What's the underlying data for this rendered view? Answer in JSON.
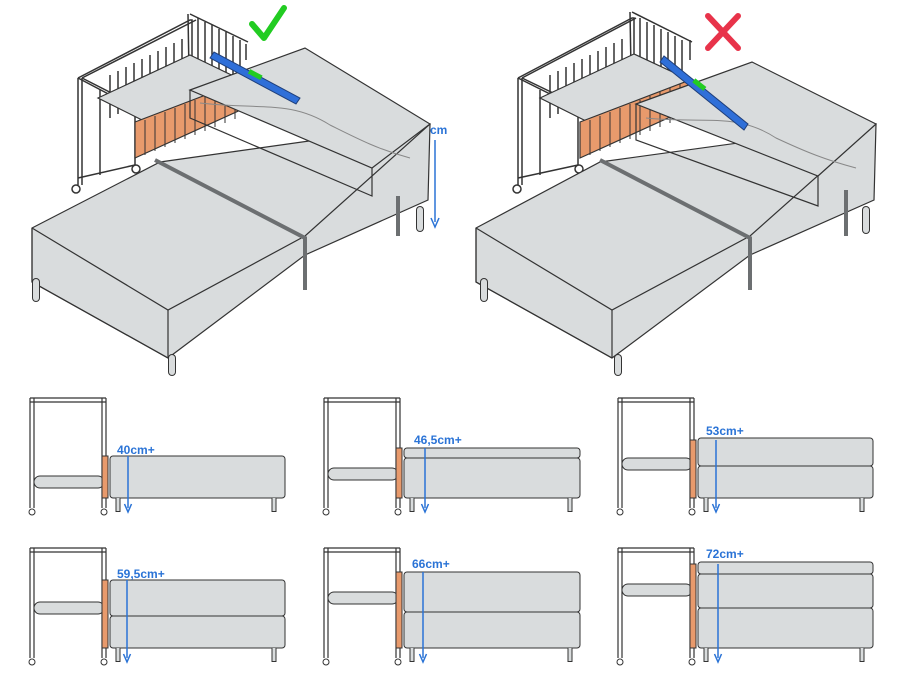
{
  "scenes": {
    "correct": {
      "mark": "check",
      "mark_icon": "checkmark-icon",
      "unit_label": "cm"
    },
    "incorrect": {
      "mark": "cross",
      "mark_icon": "cross-icon"
    }
  },
  "height_options": [
    {
      "label": "40cm+",
      "mattress_layers": 1
    },
    {
      "label": "46,5cm+",
      "mattress_layers": 2
    },
    {
      "label": "53cm+",
      "mattress_layers": 2
    },
    {
      "label": "59,5cm+",
      "mattress_layers": 2
    },
    {
      "label": "66cm+",
      "mattress_layers": 2
    },
    {
      "label": "72cm+",
      "mattress_layers": 3
    }
  ],
  "colors": {
    "check": "#22cc22",
    "cross": "#e8334a",
    "measure": "#2a73d6",
    "level_tool": "#2f6fd8",
    "crib_rail": "#e89a6c",
    "mattress": "#d9dcdd",
    "outline": "#333333",
    "strap": "#6c6f71"
  }
}
